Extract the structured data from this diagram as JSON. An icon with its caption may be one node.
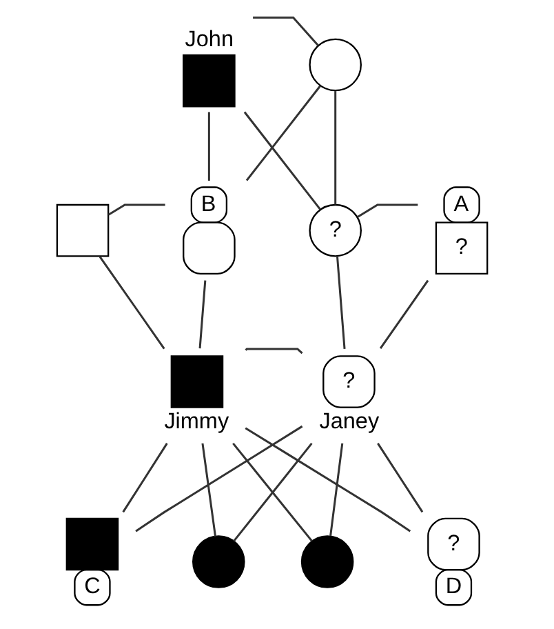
{
  "diagram": {
    "nodes": [
      {
        "text": [
          "John"
        ]
      },
      {
        "text": [],
        "shape": "circle"
      },
      {
        "text": [],
        "shape": "box"
      },
      {
        "text": [],
        "shape": "circle",
        "beside": [
          "B"
        ]
      },
      {
        "text": [
          "?"
        ]
      },
      {
        "text": [
          "?"
        ],
        "beside": [
          "A"
        ]
      },
      {
        "text": [
          "Jimmy"
        ]
      },
      {
        "text": [
          "?",
          "Janey"
        ]
      },
      {
        "text": [],
        "shape": "box",
        "beside": [
          "C"
        ]
      },
      {
        "text": [],
        "shape": "circle"
      },
      {
        "text": [],
        "shape": "circle"
      },
      {
        "text": [
          "?"
        ],
        "beside": [
          "D"
        ]
      }
    ],
    "edges": [
      {
        "from": 0,
        "to": 1,
        "arrow": "none"
      },
      {
        "from": 0,
        "to": 3,
        "arrow": "none"
      },
      {
        "from": 1,
        "to": 3,
        "arrow": "none"
      },
      {
        "from": 0,
        "to": 4,
        "arrow": "none"
      },
      {
        "from": 1,
        "to": 4,
        "arrow": "none"
      },
      {
        "from": 2,
        "to": 3,
        "arrow": "none"
      },
      {
        "from": 4,
        "to": 5,
        "arrow": "none"
      },
      {
        "from": 2,
        "to": 6,
        "arrow": "none"
      },
      {
        "from": 3,
        "to": 6,
        "arrow": "none"
      },
      {
        "from": 4,
        "to": 7,
        "arrow": "none"
      },
      {
        "from": 5,
        "to": 7,
        "arrow": "none"
      },
      {
        "from": 6,
        "to": 7,
        "arrow": "none"
      },
      {
        "from": 6,
        "to": 8,
        "arrow": "none"
      },
      {
        "from": 7,
        "to": 8,
        "arrow": "none"
      },
      {
        "from": 6,
        "to": 9,
        "arrow": "none"
      },
      {
        "from": 7,
        "to": 9,
        "arrow": "none"
      },
      {
        "from": 6,
        "to": 10,
        "arrow": "none"
      },
      {
        "from": 7,
        "to": 10,
        "arrow": "none"
      },
      {
        "from": 6,
        "to": 11,
        "arrow": "none"
      },
      {
        "from": 7,
        "to": 11,
        "arrow": "none"
      }
    ]
  }
}
